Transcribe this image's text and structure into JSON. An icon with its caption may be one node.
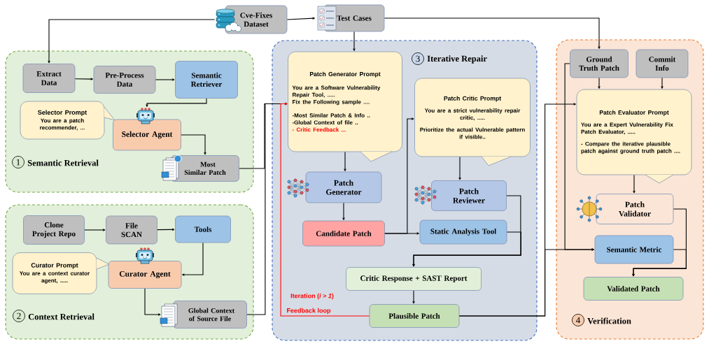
{
  "diagram": {
    "nodes": [
      {
        "text": [
          "1",
          "Semantic Retrieval"
        ]
      },
      {
        "text": [
          "2",
          "Context Retrieval"
        ]
      },
      {
        "text": [
          "3",
          "Iterative Repair"
        ]
      },
      {
        "text": [
          "4",
          "Verification"
        ]
      },
      {
        "text": [
          "Cve-Fixes Dataset"
        ]
      },
      {
        "text": [
          "Test Cases"
        ]
      },
      {
        "text": [
          "Extract Data"
        ],
        "in": 0
      },
      {
        "text": [
          "Pre-Process Data"
        ],
        "in": 0
      },
      {
        "text": [
          "Semantic Retriever"
        ],
        "in": 0
      },
      {
        "text": [
          "Selector Prompt",
          "You are a patch recommender, ..."
        ],
        "in": 0
      },
      {
        "text": [
          "Selector Agent"
        ],
        "in": 0
      },
      {
        "text": [
          "Most Similar Patch"
        ],
        "in": 0
      },
      {
        "text": [
          "Clone Project Repo"
        ],
        "in": 1
      },
      {
        "text": [
          "File SCAN"
        ],
        "in": 1
      },
      {
        "text": [
          "Tools"
        ],
        "in": 1
      },
      {
        "text": [
          "Curator Prompt",
          "You are a context curator agent, ....."
        ],
        "in": 1
      },
      {
        "text": [
          "Curator Agent"
        ],
        "in": 1
      },
      {
        "text": [
          "Global Context of Source File"
        ],
        "in": 1
      },
      {
        "text": [
          "Patch Generator Prompt",
          "You are a Software Vulnerability Repair Tool, .....",
          "Fix the Following sample ....",
          "-Most Similar Patch & Info ..",
          "-Global Context of file ..",
          "- Critic Feedback ..."
        ],
        "in": 2
      },
      {
        "text": [
          "Patch Critic Prompt",
          "You are a strict vulnerability repair critic, .....",
          "Prioritize the actual Vulnerable pattern if visible.."
        ],
        "in": 2
      },
      {
        "text": [
          "Patch Generator"
        ],
        "in": 2
      },
      {
        "text": [
          "Patch Reviewer"
        ],
        "in": 2
      },
      {
        "text": [
          "Candidate Patch"
        ],
        "in": 2
      },
      {
        "text": [
          "Static Analysis Tool"
        ],
        "in": 2
      },
      {
        "text": [
          "Critic Response + SAST Report"
        ],
        "in": 2
      },
      {
        "text": [
          "Plausible  Patch"
        ],
        "in": 2
      },
      {
        "text": [
          "Ground Truth Patch"
        ],
        "in": 3
      },
      {
        "text": [
          "Commit Info"
        ],
        "in": 3
      },
      {
        "text": [
          "Patch Evaluator Prompt",
          "You are a Expert Vulnerability Fix Patch Evaluator, .....",
          "- Compare the iterative plausible patch against ground truth patch ...."
        ],
        "in": 3
      },
      {
        "text": [
          "Patch Validator"
        ],
        "in": 3
      },
      {
        "text": [
          "Semantic Metric"
        ],
        "in": 3
      },
      {
        "text": [
          "Validated Patch"
        ],
        "in": 3
      }
    ],
    "edges": [
      {
        "from": 4,
        "to": 6,
        "arrow": "to"
      },
      {
        "from": 4,
        "to": 5,
        "arrow": "to"
      },
      {
        "from": 5,
        "to": 18,
        "arrow": "to"
      },
      {
        "from": 5,
        "to": 26,
        "arrow": "to"
      },
      {
        "from": 6,
        "to": 7,
        "arrow": "to"
      },
      {
        "from": 7,
        "to": 8,
        "arrow": "to"
      },
      {
        "from": 8,
        "to": 10,
        "arrow": "to"
      },
      {
        "from": 10,
        "to": 11,
        "arrow": "to"
      },
      {
        "from": 11,
        "to": 18,
        "arrow": "to"
      },
      {
        "from": 12,
        "to": 13,
        "arrow": "to"
      },
      {
        "from": 13,
        "to": 14,
        "arrow": "to"
      },
      {
        "from": 14,
        "to": 16,
        "arrow": "to"
      },
      {
        "from": 16,
        "to": 17,
        "arrow": "to"
      },
      {
        "from": 17,
        "to": 18,
        "arrow": "to"
      },
      {
        "from": 18,
        "to": 20,
        "arrow": "to"
      },
      {
        "from": 20,
        "to": 22,
        "arrow": "to"
      },
      {
        "from": 22,
        "to": 19,
        "arrow": "to"
      },
      {
        "from": 22,
        "to": 23,
        "arrow": "to"
      },
      {
        "from": 19,
        "to": 21,
        "arrow": "to"
      },
      {
        "from": 21,
        "to": 24,
        "arrow": "to"
      },
      {
        "from": 23,
        "to": 24,
        "arrow": "to"
      },
      {
        "from": 24,
        "to": 25,
        "arrow": "to"
      },
      {
        "from": 25,
        "to": 18,
        "arrow": "to",
        "label": "Feedback loop",
        "color": "#ff0000"
      },
      {
        "from": 25,
        "to": 28,
        "arrow": "to"
      },
      {
        "from": 25,
        "to": 30,
        "arrow": "to"
      },
      {
        "from": 26,
        "to": 30,
        "arrow": "to"
      },
      {
        "from": 26,
        "to": 28,
        "arrow": "to"
      },
      {
        "from": 27,
        "to": 28,
        "arrow": "to"
      },
      {
        "from": 28,
        "to": 29,
        "arrow": "to"
      },
      {
        "from": 29,
        "to": 31,
        "arrow": "to"
      },
      {
        "from": 30,
        "to": 31,
        "arrow": "to"
      }
    ],
    "labels": [
      "Iteration (*i > 1*)"
    ]
  }
}
